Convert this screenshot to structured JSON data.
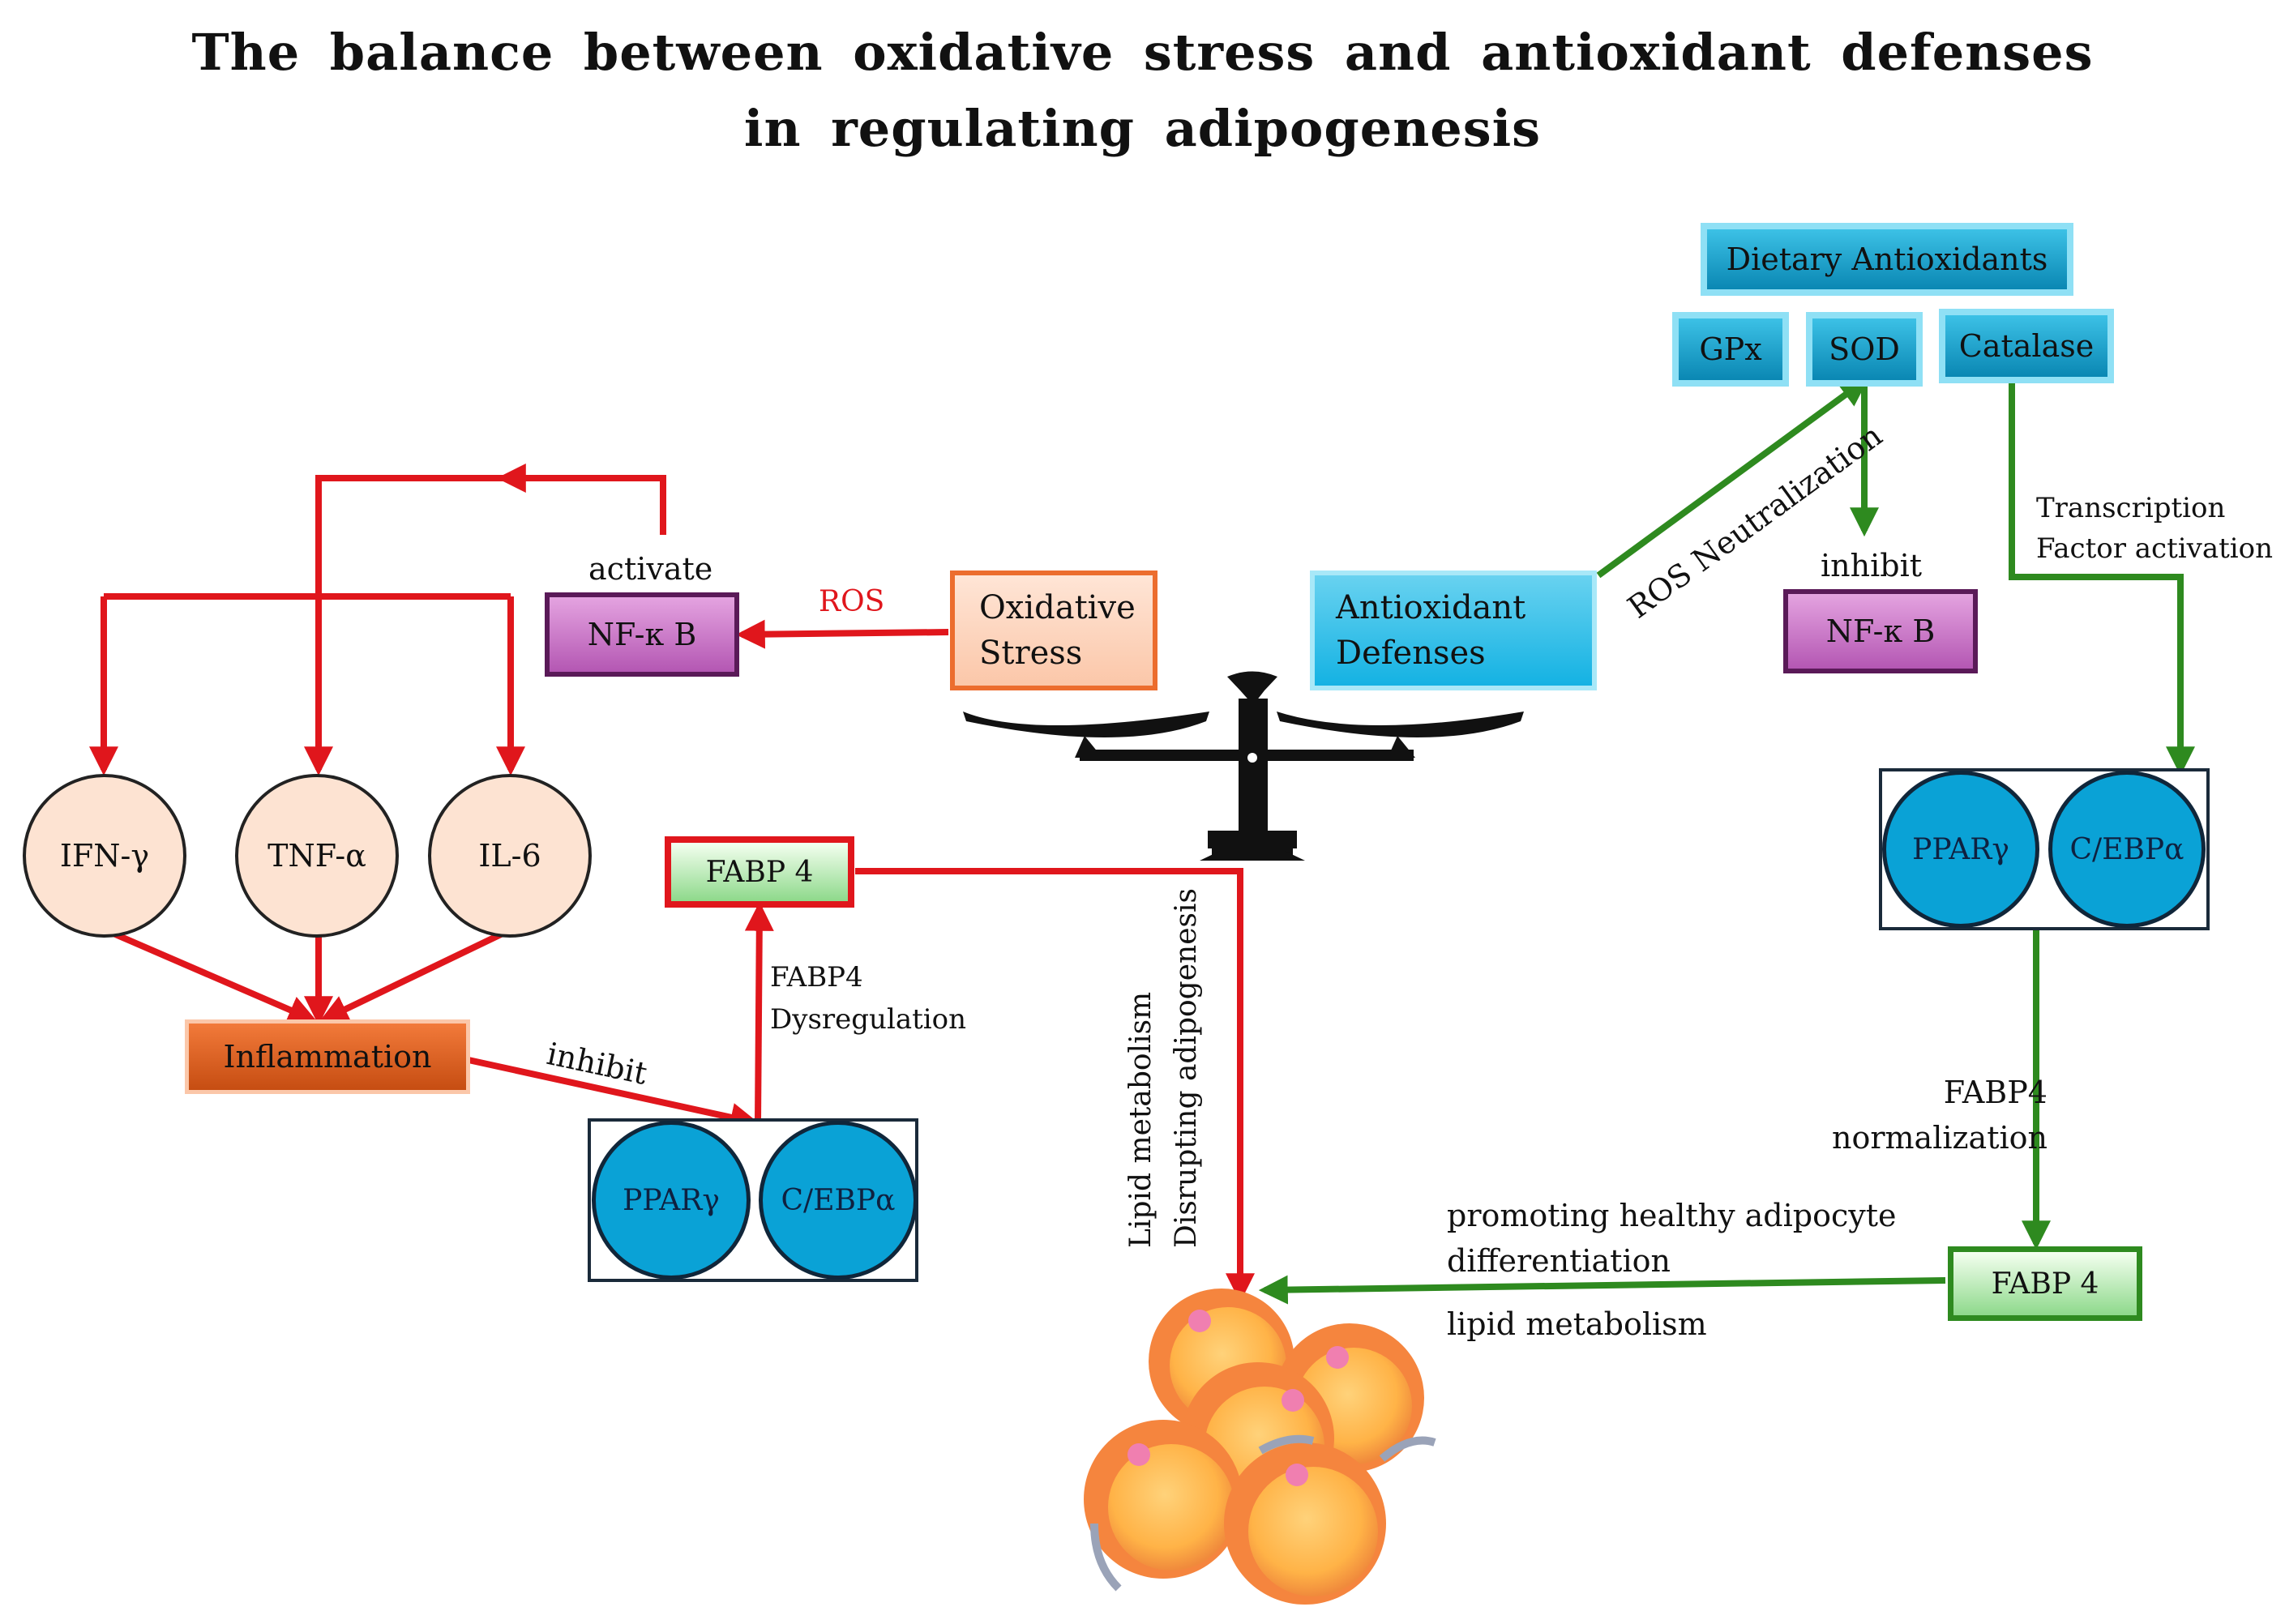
{
  "title": {
    "line1": "The balance between oxidative stress and antioxidant defenses",
    "line2": "in regulating adipogenesis"
  },
  "left": {
    "activate": "activate",
    "nfkb": "NF-κ B",
    "ros": "ROS",
    "oxidative_stress": [
      "Oxidative",
      "Stress"
    ],
    "ifn": "IFN-γ",
    "tnf": "TNF-α",
    "il6": "IL-6",
    "fabp4": "FABP 4",
    "fabp4_dysregulation": [
      "FABP4",
      "Dysregulation"
    ],
    "inflammation": "Inflammation",
    "inhibit": "inhibit",
    "ppar": "PPARγ",
    "cebp": "C/EBPα",
    "lipid_disrupt": [
      "Lipid metabolism",
      "Disrupting adipogenesis"
    ]
  },
  "right": {
    "dietary_antioxidants": "Dietary Antioxidants",
    "gpx": "GPx",
    "sod": "SOD",
    "catalase": "Catalase",
    "antioxidant_defenses": [
      "Antioxidant",
      "Defenses"
    ],
    "ros_neutralization": "ROS Neutralization",
    "inhibit": "inhibit",
    "nfkb": "NF-κ B",
    "transcription": [
      "Transcription",
      "Factor activation"
    ],
    "ppar": "PPARγ",
    "cebp": "C/EBPα",
    "fabp4_normalization": [
      "FABP4",
      "normalization"
    ],
    "fabp4": "FABP 4",
    "promoting": [
      "promoting healthy adipocyte",
      "differentiation"
    ],
    "lipid_metabolism": "lipid metabolism"
  },
  "icons": [
    "balance-scale-icon",
    "adipocyte-cluster-icon"
  ],
  "colors": {
    "red_arrow": "#e0161c",
    "green_arrow": "#2e8a1f",
    "blue_box": "#0a9fd1",
    "purple_box": "#c373c1",
    "orange_box": "#f18a4e",
    "pink_circle": "#fde3d2",
    "cyan_circle": "#0aa2d6"
  }
}
